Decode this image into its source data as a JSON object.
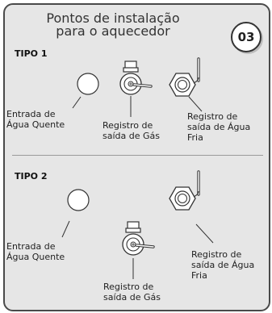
{
  "title": {
    "line1": "Pontos de instalação",
    "line2": "para o aquecedor"
  },
  "badge": "03",
  "tipo1": {
    "heading": "TIPO 1",
    "hot_water_inlet": [
      "Entrada de",
      "Água Quente"
    ],
    "gas_valve": [
      "Registro de",
      "saída de Gás"
    ],
    "cold_water_valve": [
      "Registro de",
      "saída de Água",
      "Fria"
    ]
  },
  "tipo2": {
    "heading": "TIPO 2",
    "hot_water_inlet": [
      "Entrada de",
      "Água Quente"
    ],
    "gas_valve": [
      "Registro de",
      "saída de Gás"
    ],
    "cold_water_valve": [
      "Registro de",
      "saída de Água",
      "Fria"
    ]
  }
}
